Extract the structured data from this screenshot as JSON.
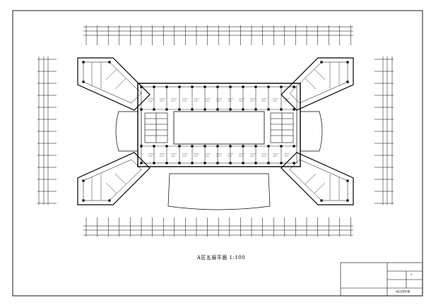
{
  "drawing": {
    "plan_title": "A区五层平面 1:100",
    "title_block": {
      "drawing_name": "A区五层平面",
      "sheet_no": "5"
    },
    "colors": {
      "line": "#000000",
      "background": "#ffffff"
    }
  }
}
